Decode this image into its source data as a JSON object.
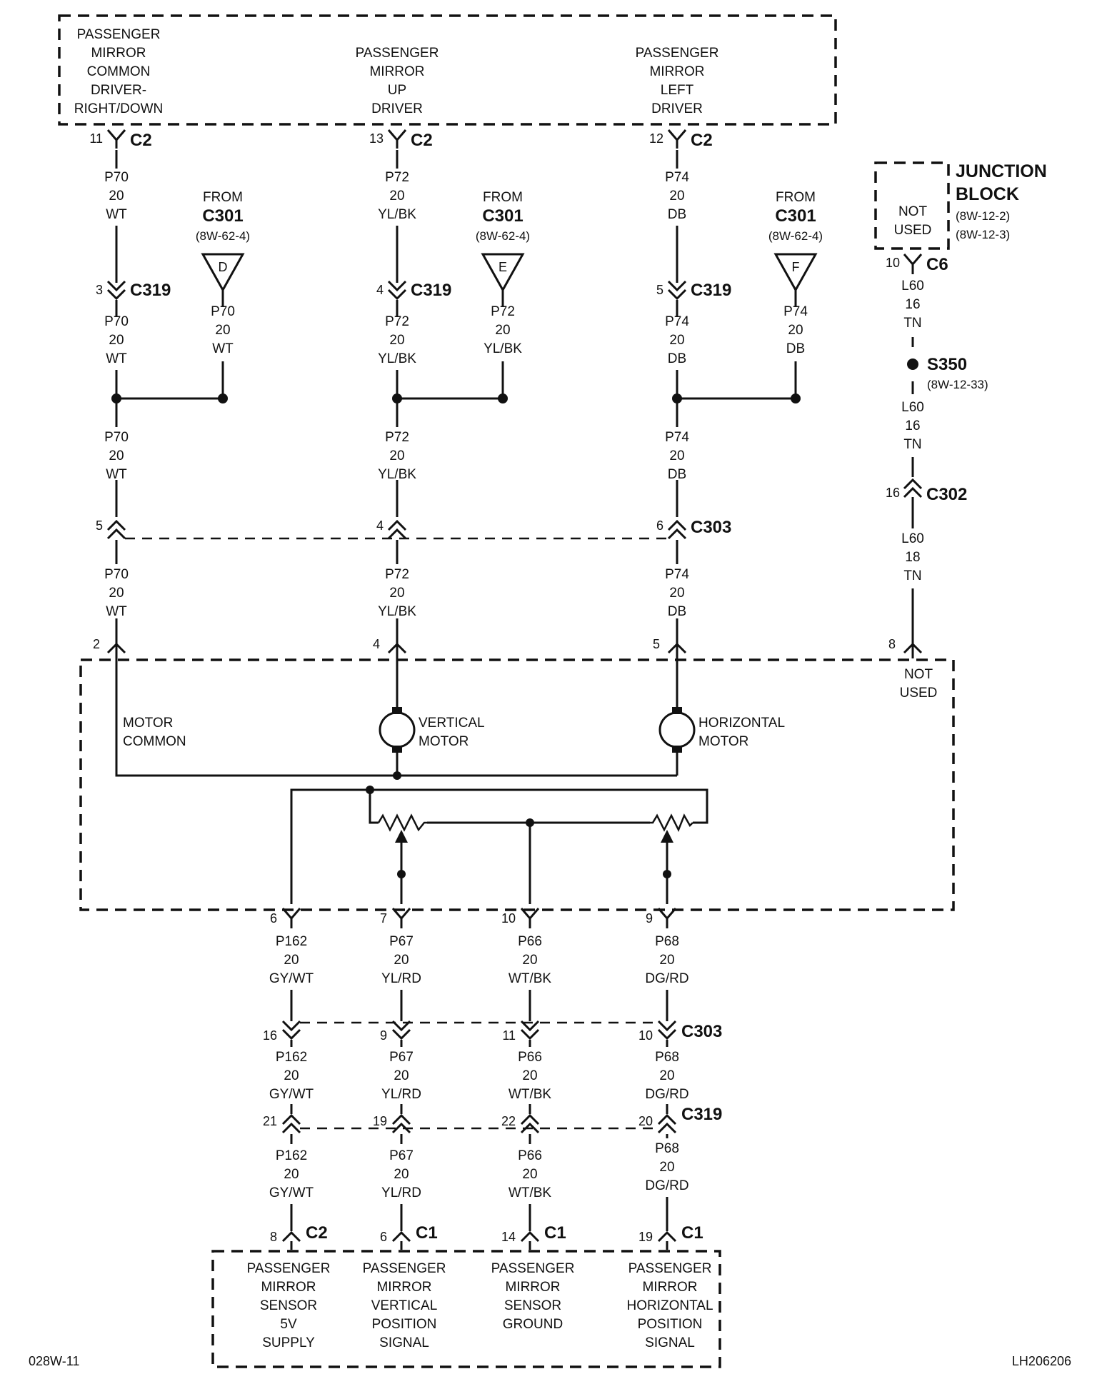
{
  "top_box": {
    "common": [
      "PASSENGER",
      "MIRROR",
      "COMMON",
      "DRIVER-",
      "RIGHT/DOWN"
    ],
    "up": [
      "PASSENGER",
      "MIRROR",
      "UP",
      "DRIVER"
    ],
    "left": [
      "PASSENGER",
      "MIRROR",
      "LEFT",
      "DRIVER"
    ]
  },
  "junction_block": {
    "title1": "JUNCTION",
    "title2": "BLOCK",
    "ref1": "(8W-12-2)",
    "ref2": "(8W-12-3)",
    "inner1": "NOT",
    "inner2": "USED"
  },
  "connectors": {
    "c2": "C2",
    "c319": "C319",
    "c303": "C303",
    "c6": "C6",
    "c302": "C302",
    "c1": "C1",
    "c301": "C301",
    "from": "FROM",
    "ref_62_4": "(8W-62-4)"
  },
  "pins": {
    "c2_top": [
      "11",
      "13",
      "12"
    ],
    "c319_top": [
      "3",
      "4",
      "5"
    ],
    "c303_top": [
      "5",
      "4",
      "6"
    ],
    "mirror_top": [
      "2",
      "4",
      "5",
      "8"
    ],
    "mirror_bottom": [
      "6",
      "7",
      "10",
      "9"
    ],
    "c303_bottom": [
      "16",
      "9",
      "11",
      "10"
    ],
    "c319_bottom": [
      "21",
      "19",
      "22",
      "20"
    ],
    "bottom_conn": [
      "8",
      "6",
      "14",
      "19"
    ],
    "c6": "10",
    "c302": "16"
  },
  "splice_tags": [
    "D",
    "E",
    "F"
  ],
  "wires": {
    "p70": [
      "P70",
      "20",
      "WT"
    ],
    "p72": [
      "P72",
      "20",
      "YL/BK"
    ],
    "p74": [
      "P74",
      "20",
      "DB"
    ],
    "l60_16": [
      "L60",
      "16",
      "TN"
    ],
    "l60_18": [
      "L60",
      "18",
      "TN"
    ],
    "p162": [
      "P162",
      "20",
      "GY/WT"
    ],
    "p67": [
      "P67",
      "20",
      "YL/RD"
    ],
    "p66": [
      "P66",
      "20",
      "WT/BK"
    ],
    "p68": [
      "P68",
      "20",
      "DG/RD"
    ]
  },
  "splice": {
    "id": "S350",
    "ref": "(8W-12-33)"
  },
  "mirror": {
    "motor_common": [
      "MOTOR",
      "COMMON"
    ],
    "vertical_motor": [
      "VERTICAL",
      "MOTOR"
    ],
    "horizontal_motor": [
      "HORIZONTAL",
      "MOTOR"
    ],
    "not_used": [
      "NOT",
      "USED"
    ]
  },
  "bottom_box": {
    "sensor_5v": [
      "PASSENGER",
      "MIRROR",
      "SENSOR",
      "5V",
      "SUPPLY"
    ],
    "vertical_position": [
      "PASSENGER",
      "MIRROR",
      "VERTICAL",
      "POSITION",
      "SIGNAL"
    ],
    "sensor_ground": [
      "PASSENGER",
      "MIRROR",
      "SENSOR",
      "GROUND"
    ],
    "horizontal_position": [
      "PASSENGER",
      "MIRROR",
      "HORIZONTAL",
      "POSITION",
      "SIGNAL"
    ]
  },
  "footer": {
    "left": "028W-11",
    "right": "LH206206"
  }
}
